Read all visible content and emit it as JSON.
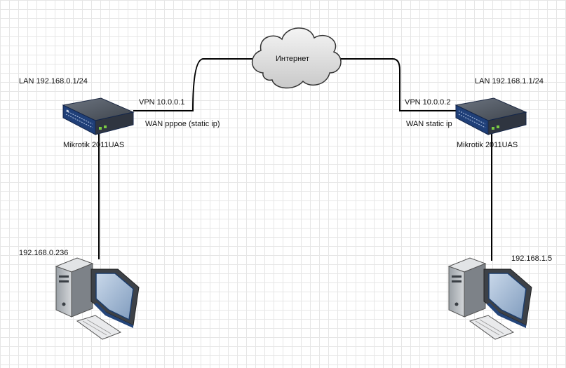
{
  "cloud": {
    "label": "Интернет"
  },
  "left": {
    "lan": "LAN 192.168.0.1/24",
    "vpn": "VPN 10.0.0.1",
    "wan": "WAN pppoe (static ip)",
    "router": "Mikrotik 2011UAS",
    "host": "192.168.0.236"
  },
  "right": {
    "lan": "LAN 192.168.1.1/24",
    "vpn": "VPN 10.0.0.2",
    "wan": "WAN static ip",
    "router": "Mikrotik 2011UAS",
    "host": "192.168.1.5"
  }
}
